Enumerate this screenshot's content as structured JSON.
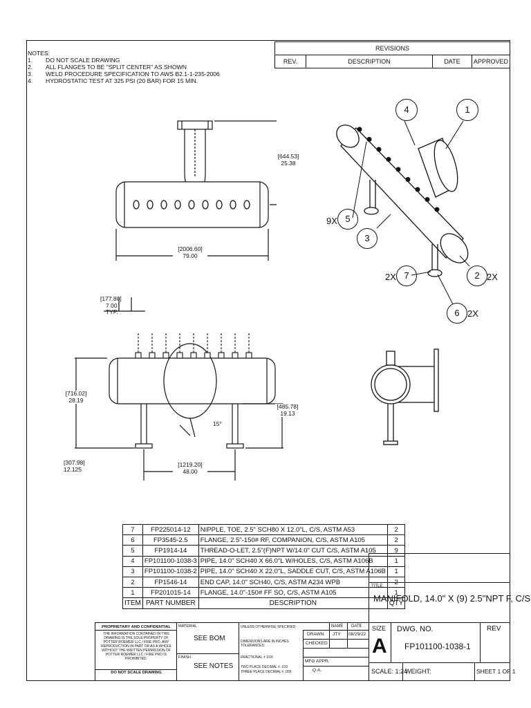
{
  "notes": {
    "heading": "NOTES:",
    "items": [
      {
        "num": "1.",
        "text": "DO NOT SCALE DRAWING"
      },
      {
        "num": "2.",
        "text": "ALL FLANGES TO BE \"SPLIT CENTER\" AS SHOWN"
      },
      {
        "num": "3.",
        "text": "WELD PROCEDURE SPECIFICATION TO AWS B2.1-1-235-2006"
      },
      {
        "num": "4.",
        "text": "HYDROSTATIC TEST AT 325 PSI (20 BAR) FOR 15 MIN."
      }
    ]
  },
  "revisions": {
    "title": "REVISIONS",
    "col_rev": "REV.",
    "col_desc": "DESCRIPTION",
    "col_date": "DATE",
    "col_approved": "APPROVED"
  },
  "dims": {
    "height_top_mm": "[644.53]",
    "height_top_in": "25.38",
    "length_mm": "[2006.60]",
    "length_in": "79.00",
    "spacing_mm": "[177.80]",
    "spacing_in": "7.00",
    "spacing_typ": "TYP.",
    "overall_h_mm": "[716.02]",
    "overall_h_in": "28.19",
    "leg_h_mm": "[485.78]",
    "leg_h_in": "19.13",
    "base_mm": "[307.98]",
    "base_in": "12.125",
    "leg_span_mm": "[1219.20]",
    "leg_span_in": "48.00",
    "angle": "15°"
  },
  "balloons": [
    {
      "num": "4"
    },
    {
      "num": "1"
    },
    {
      "num": "5",
      "prefix": "9X"
    },
    {
      "num": "3"
    },
    {
      "num": "7",
      "prefix": "2X"
    },
    {
      "num": "2",
      "suffix": "2X"
    },
    {
      "num": "6",
      "suffix": "2X"
    }
  ],
  "bom": {
    "header": {
      "item": "ITEM",
      "part": "PART NUMBER",
      "desc": "DESCRIPTION",
      "qty": "QTY"
    },
    "rows": [
      {
        "item": "7",
        "part": "FP225014-12",
        "desc": "NIPPLE, TOE, 2.5\" SCH80 X 12.0\"L, C/S, ASTM A53",
        "qty": "2"
      },
      {
        "item": "6",
        "part": "FP3545-2.5",
        "desc": "FLANGE, 2.5\"-150# RF, COMPANION, C/S, ASTM A105",
        "qty": "2"
      },
      {
        "item": "5",
        "part": "FP1914-14",
        "desc": "THREAD-O-LET, 2.5\"(F)NPT W/14.0\" CUT C/S, ASTM A105",
        "qty": "9"
      },
      {
        "item": "4",
        "part": "FP101100-1038-3",
        "desc": "PIPE, 14.0\" SCH40 X 66.0\"L W/HOLES, C/S, ASTM A106B",
        "qty": "1"
      },
      {
        "item": "3",
        "part": "FP101100-1038-2",
        "desc": "PIPE, 14.0\" SCH40 X 22.0\"L, SADDLE CUT, C/S, ASTM A106B",
        "qty": "1"
      },
      {
        "item": "2",
        "part": "FP1546-14",
        "desc": "END CAP, 14.0\" SCH40, C/S, ASTM A234 WPB",
        "qty": "2"
      },
      {
        "item": "1",
        "part": "FP201015-14",
        "desc": "FLANGE, 14.0\"-150# FF SO, C/S, ASTM A105",
        "qty": "1"
      }
    ]
  },
  "titleblock": {
    "title_label": "TITLE:",
    "title": "MANIFOLD, 14.0\" X (9) 2.5\"NPT F, C/S",
    "size_label": "SIZE",
    "size": "A",
    "dwg_label": "DWG. NO.",
    "dwg_no": "FP101100-1038-1",
    "rev_label": "REV",
    "scale": "SCALE: 1:24",
    "weight": "WEIGHT:",
    "sheet": "SHEET 1 OF 1",
    "prop_title": "PROPRIETARY AND CONFIDENTIAL",
    "prop_text": "THE INFORMATION CONTAINED IN THIS DRAWING IS THE SOLE PROPERTY OF POTTER ROEMER LLC / FIRE PRO. ANY REPRODUCTION IN PART OR AS A WHOLE WITHOUT THE WRITTEN PERMISSION OF POTTER ROEMER LLC / FIRE PRO IS PROHIBITED.",
    "no_scale": "DO NOT SCALE DRAWING",
    "material_label": "MATERIAL",
    "material": "SEE BOM",
    "finish_label": "FINISH",
    "finish": "SEE NOTES",
    "unless": "UNLESS OTHERWISE SPECIFIED:",
    "dims_in": "DIMENSIONS ARE IN INCHES TOLERANCES:",
    "fractional": "FRACTIONAL ± 1/16",
    "two_place": "TWO PLACE DECIMAL ± .010",
    "three_place": "THREE PLACE DECIMAL ± .005",
    "name_label": "NAME",
    "date_label": "DATE",
    "drawn": "DRAWN",
    "drawn_by": "JTY",
    "drawn_date": "08/29/22",
    "checked": "CHECKED",
    "mfg": "MFG APPR.",
    "qa": "Q.A."
  }
}
